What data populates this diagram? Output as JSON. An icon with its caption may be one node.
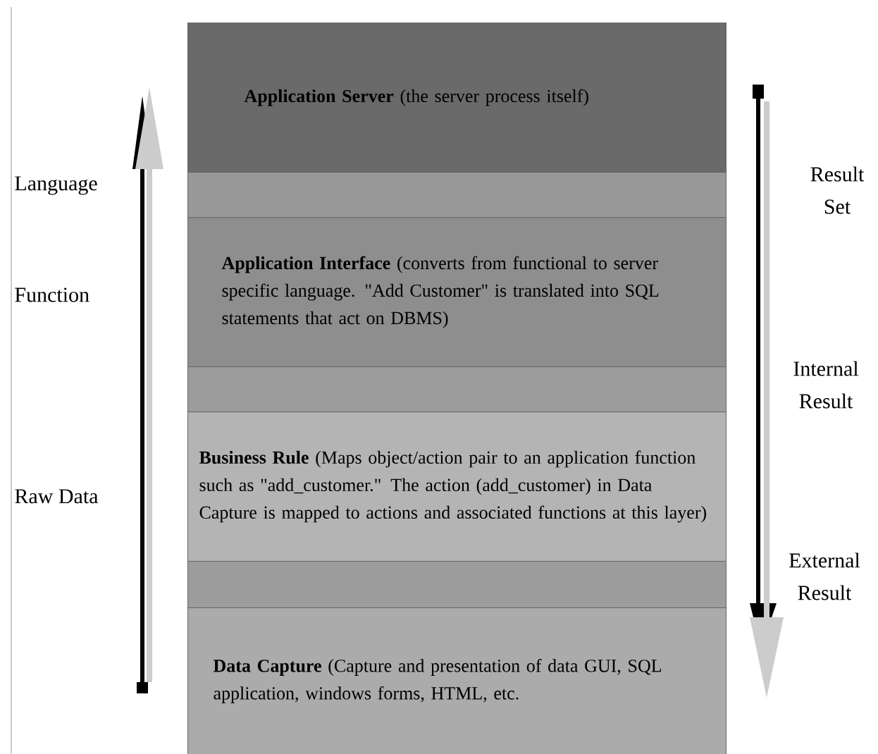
{
  "diagram": {
    "nodes": [
      {
        "text": [
          "**Application Server** (the server process itself)"
        ]
      },
      {
        "text": [],
        "shape": "band"
      },
      {
        "text": [
          "**Application Interface** (converts from functional to server specific language. \"Add Customer\" is translated into SQL statements that act on DBMS)"
        ]
      },
      {
        "text": [],
        "shape": "band"
      },
      {
        "text": [
          "**Business Rule** (Maps object/action pair to an application function such as \"add_customer.\" The action (add_customer) in Data Capture is mapped to actions and associated functions at this layer)"
        ]
      },
      {
        "text": [],
        "shape": "band"
      },
      {
        "text": [
          "**Data Capture** (Capture and presentation of data GUI, SQL application, windows forms, HTML, etc."
        ]
      }
    ],
    "labels": [
      "Language",
      "Function",
      "Raw Data",
      "Result Set",
      "Internal Result",
      "External Result"
    ]
  }
}
